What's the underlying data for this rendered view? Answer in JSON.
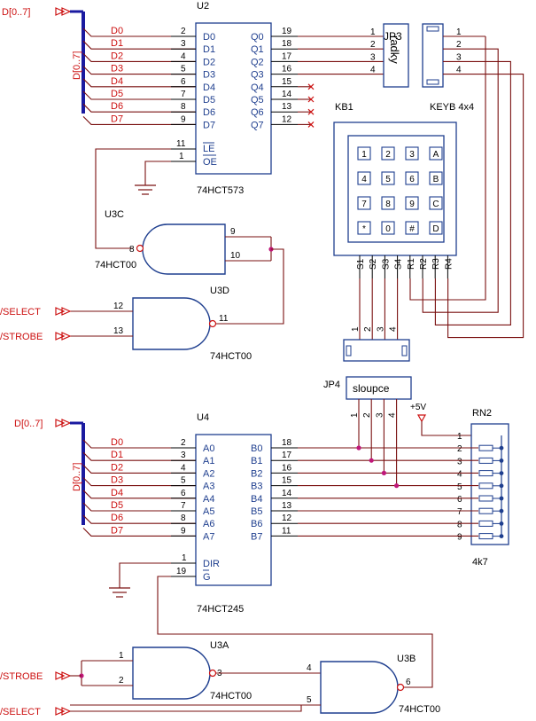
{
  "colors": {
    "wire": "#7a1010",
    "red": "#cc1111",
    "blue": "#1f3f8f",
    "pin": "#000000",
    "junction": "#c0177a",
    "bus": "#1a1aa0"
  },
  "title": "",
  "u2": {
    "ref": "U2",
    "part": "74HCT573",
    "in_labels": [
      "D0",
      "D1",
      "D2",
      "D3",
      "D4",
      "D5",
      "D6",
      "D7"
    ],
    "in_pins": [
      "2",
      "3",
      "4",
      "5",
      "6",
      "7",
      "8",
      "9"
    ],
    "out_labels": [
      "Q0",
      "Q1",
      "Q2",
      "Q3",
      "Q4",
      "Q5",
      "Q6",
      "Q7"
    ],
    "out_pins": [
      "19",
      "18",
      "17",
      "16",
      "15",
      "14",
      "13",
      "12"
    ],
    "le_label": "LE",
    "le_pin": "11",
    "oe_label": "OE",
    "oe_pin": "1"
  },
  "u4": {
    "ref": "U4",
    "part": "74HCT245",
    "in_labels": [
      "A0",
      "A1",
      "A2",
      "A3",
      "A4",
      "A5",
      "A6",
      "A7"
    ],
    "in_pins": [
      "2",
      "3",
      "4",
      "5",
      "6",
      "7",
      "8",
      "9"
    ],
    "out_labels": [
      "B0",
      "B1",
      "B2",
      "B3",
      "B4",
      "B5",
      "B6",
      "B7"
    ],
    "out_pins": [
      "18",
      "17",
      "16",
      "15",
      "14",
      "13",
      "12",
      "11"
    ],
    "dir_label": "DIR",
    "dir_pin": "1",
    "g_label": "G",
    "g_pin": "19"
  },
  "bus": {
    "port": "D[0..7]",
    "side_label": "D[0..7]",
    "nets": [
      "D0",
      "D1",
      "D2",
      "D3",
      "D4",
      "D5",
      "D6",
      "D7"
    ]
  },
  "jp3": {
    "ref": "JP3",
    "label": "radky",
    "pins": [
      "1",
      "2",
      "3",
      "4"
    ]
  },
  "keyb": {
    "ref": "KEYB 4x4",
    "pins": [
      "1",
      "2",
      "3",
      "4"
    ]
  },
  "kb1": {
    "ref": "KB1",
    "keys": [
      "1",
      "2",
      "3",
      "A",
      "4",
      "5",
      "6",
      "B",
      "7",
      "8",
      "9",
      "C",
      "*",
      "0",
      "#",
      "D"
    ],
    "pins": [
      "S1",
      "S2",
      "S3",
      "S4",
      "R1",
      "R2",
      "R3",
      "R4"
    ]
  },
  "jp4": {
    "ref": "JP4",
    "label": "sloupce",
    "pins": [
      "1",
      "2",
      "3",
      "4"
    ]
  },
  "rn2": {
    "ref": "RN2",
    "value": "4k7",
    "pins": [
      "1",
      "2",
      "3",
      "4",
      "5",
      "6",
      "7",
      "8",
      "9"
    ]
  },
  "vcc": "+5V",
  "u3c": {
    "ref": "U3C",
    "part": "74HCT00",
    "pins": [
      "9",
      "10",
      "8"
    ]
  },
  "u3d": {
    "ref": "U3D",
    "part": "74HCT00",
    "pins": [
      "12",
      "13",
      "11"
    ]
  },
  "u3a": {
    "ref": "U3A",
    "part": "74HCT00",
    "pins": [
      "1",
      "2",
      "3"
    ]
  },
  "u3b": {
    "ref": "U3B",
    "part": "74HCT00",
    "pins": [
      "4",
      "5",
      "6"
    ]
  },
  "ports": {
    "select": "/SELECT",
    "strobe": "/STROBE"
  }
}
